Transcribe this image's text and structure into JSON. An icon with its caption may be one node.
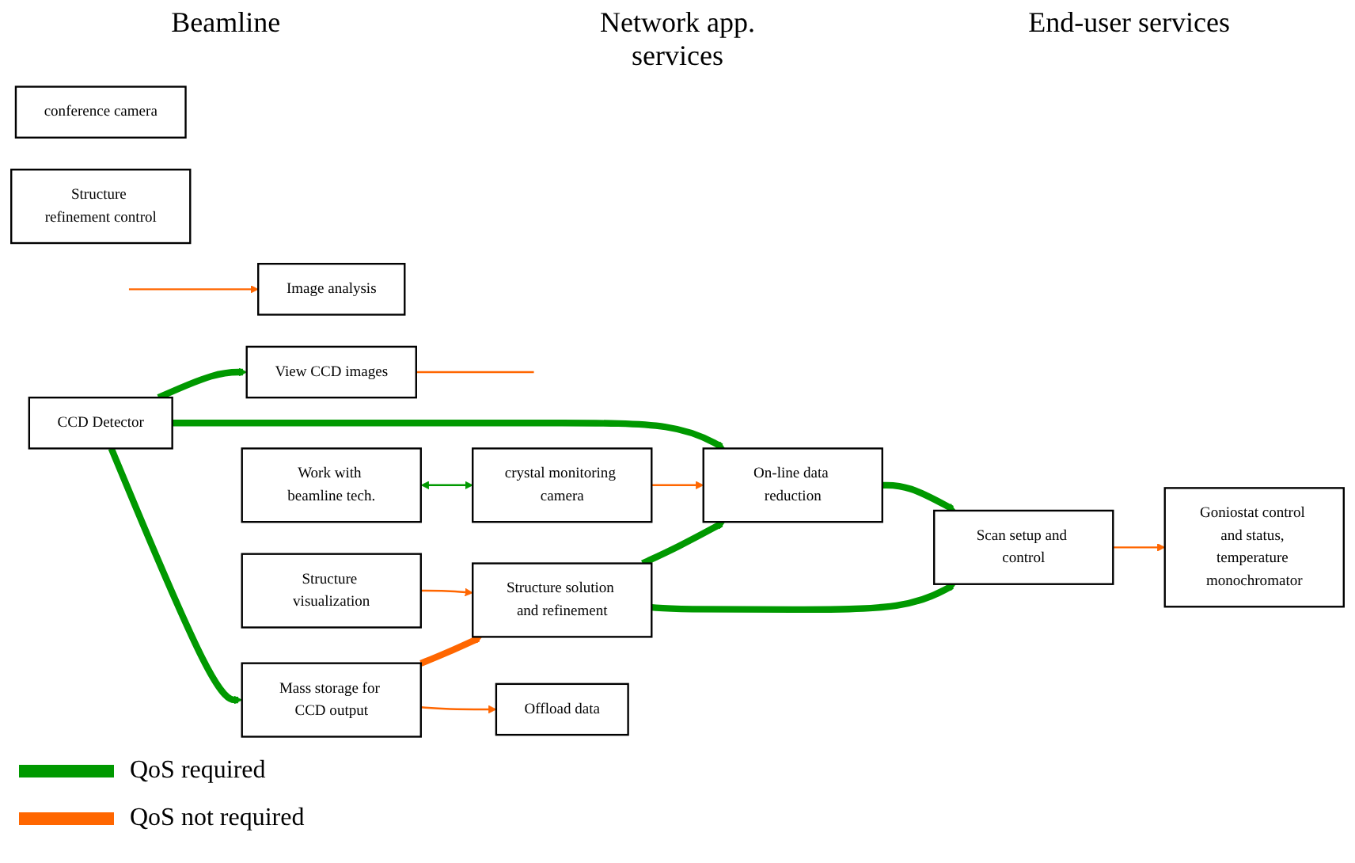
{
  "diagram": {
    "nodes": [
      {
        "text": [
          "CCD Detector"
        ]
      },
      {
        "text": [
          "crystal monitoring camera"
        ]
      },
      {
        "text": [
          "conference camera"
        ]
      },
      {
        "text": [
          "Goniostat control and status, temperature monochromator"
        ]
      },
      {
        "text": [
          "On-line data reduction"
        ]
      },
      {
        "text": [
          "Structure solution and refinement"
        ]
      },
      {
        "text": [
          "Mass storage for CCD output"
        ]
      },
      {
        "text": [
          "Offload data"
        ]
      },
      {
        "text": [
          "View CCD images"
        ]
      },
      {
        "text": [
          "Image analysis"
        ]
      },
      {
        "text": [
          "Work with beamline tech."
        ]
      },
      {
        "text": [
          "Scan setup and control"
        ]
      },
      {
        "text": [
          "Structure visualization"
        ]
      },
      {
        "text": [
          "Structure refinement control"
        ]
      }
    ],
    "edges": [
      {
        "from": 0,
        "to": 8,
        "arrow": "to",
        "style": "thick"
      },
      {
        "from": 0,
        "to": 4,
        "arrow": "to",
        "style": "thick"
      },
      {
        "from": 1,
        "to": 4,
        "arrow": "to",
        "color": "#ff6600"
      },
      {
        "from": 0,
        "to": 6,
        "arrow": "to",
        "style": "thick"
      },
      {
        "from": 10,
        "to": 1,
        "arrow": "both"
      },
      {
        "from": 4,
        "to": 11,
        "arrow": "to",
        "style": "thick"
      },
      {
        "from": 5,
        "to": 4,
        "arrow": "to",
        "style": "thick"
      },
      {
        "from": 11,
        "to": 3,
        "arrow": "to",
        "color": "#ff6600"
      },
      {
        "from": 5,
        "to": 11,
        "arrow": "to",
        "style": "thick"
      },
      {
        "from": 12,
        "to": 5,
        "arrow": "to",
        "color": "#ff6600"
      },
      {
        "from": 6,
        "to": 5,
        "arrow": "to",
        "style": "thick",
        "color": "#ff6600"
      },
      {
        "from": 6,
        "to": 7,
        "arrow": "to",
        "color": "#ff6600"
      },
      {
        "from": 8,
        "to": null,
        "arrow": "none",
        "color": "#ff6600"
      },
      {
        "from": null,
        "to": 9,
        "arrow": "to",
        "color": "#ff6600"
      }
    ],
    "labels": [
      "Beamline",
      "Network app. services",
      "End-user services"
    ],
    "legend": [
      {
        "text": "QoS required",
        "color": "#009900"
      },
      {
        "text": "QoS not required",
        "color": "#ff6600"
      }
    ]
  }
}
